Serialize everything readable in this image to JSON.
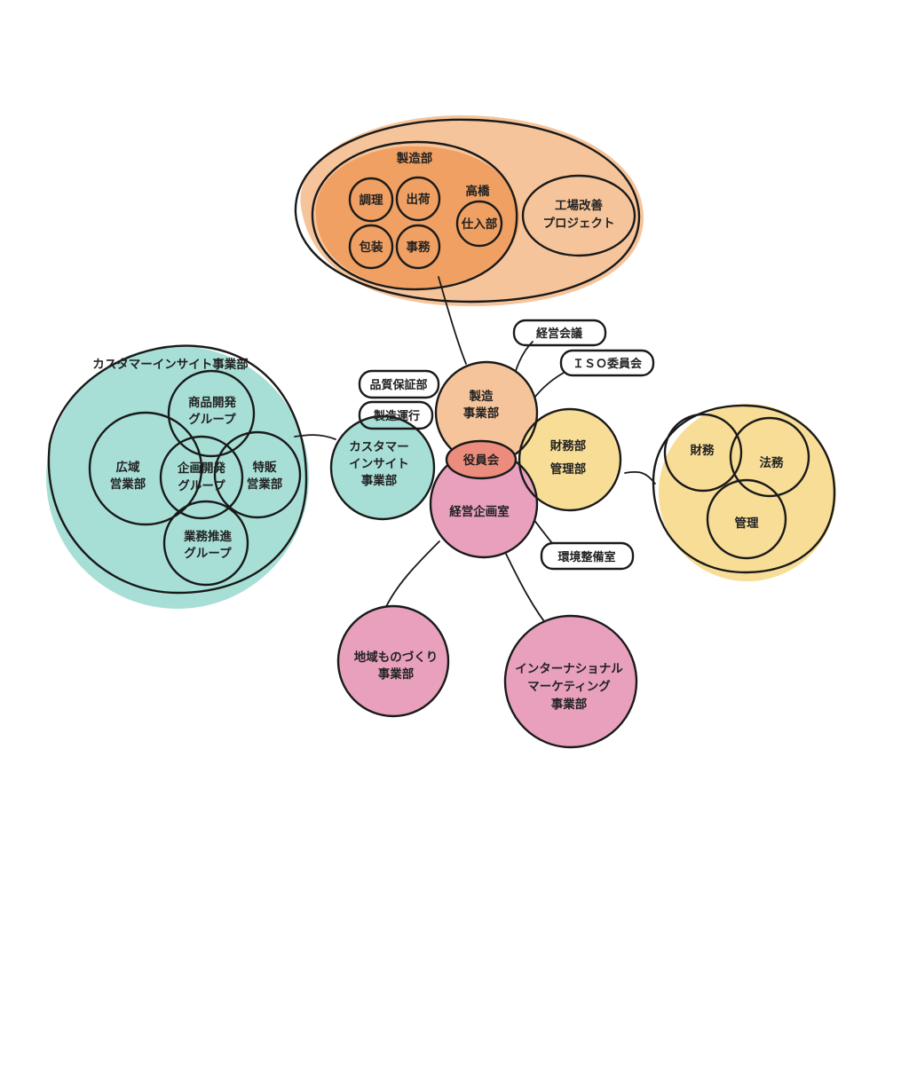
{
  "colors": {
    "orange_light": "#f6c49a",
    "orange": "#f0a062",
    "cream": "#f0e3bd",
    "teal": "#a7dfd6",
    "pink": "#e8a0bd",
    "yellow": "#f8dd97",
    "ink": "#1a1a1a"
  },
  "manufacturing": {
    "dept_title": "製造部",
    "chouri": "調理",
    "shukka": "出荷",
    "housou": "包装",
    "jimu": "事務",
    "takahashi": "高橋",
    "shiire": "仕入部",
    "koujou_line1": "工場改善",
    "koujou_line2": "プロジェクト"
  },
  "customer_group": {
    "title": "カスタマーインサイト事業部",
    "shouhin_line1": "商品開発",
    "shouhin_line2": "グループ",
    "kouiki_line1": "広域",
    "kouiki_line2": "営業部",
    "kikaku_line1": "企画開発",
    "kikaku_line2": "グループ",
    "tokuhan_line1": "特販",
    "tokuhan_line2": "営業部",
    "gyoumu_line1": "業務推進",
    "gyoumu_line2": "グループ"
  },
  "center": {
    "customer_line1": "カスタマー",
    "customer_line2": "インサイト",
    "customer_line3": "事業部",
    "seizou_line1": "製造",
    "seizou_line2": "事業部",
    "yakuinkai": "役員会",
    "keiei_kikaku": "経営企画室",
    "zaimu_line1": "財務部",
    "zaimu_line2": "管理部"
  },
  "tags": {
    "hinshitsu": "品質保証部",
    "seizou_unkou": "製造運行",
    "keiei_kaigi": "経営会議",
    "iso": "ＩＳＯ委員会",
    "kankyou": "環境整備室"
  },
  "finance_group": {
    "zaimu": "財務",
    "houmu": "法務",
    "kanri": "管理"
  },
  "bottom": {
    "chiiki_line1": "地域ものづくり",
    "chiiki_line2": "事業部",
    "intl_line1": "インターナショナル",
    "intl_line2": "マーケティング",
    "intl_line3": "事業部"
  }
}
